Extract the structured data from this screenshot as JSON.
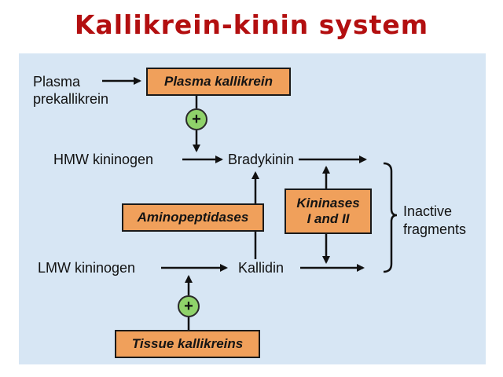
{
  "title": "Kallikrein-kinin system",
  "labels": {
    "plasma_prekallikrein": "Plasma\nprekallikrein",
    "hmw_kininogen": "HMW kininogen",
    "bradykinin": "Bradykinin",
    "lmw_kininogen": "LMW kininogen",
    "kallidin": "Kallidin",
    "inactive_fragments": "Inactive\nfragments"
  },
  "boxes": {
    "plasma_kallikrein": "Plasma kallikrein",
    "aminopeptidases": "Aminopeptidases",
    "kininases": "Kininases\nI and II",
    "tissue_kallikreins": "Tissue kallikreins"
  },
  "plus_symbol": "+",
  "colors": {
    "title": "#b30f10",
    "panel_background": "#d7e6f4",
    "box_fill": "#f0a05b",
    "plus_fill": "#8fd26a"
  }
}
